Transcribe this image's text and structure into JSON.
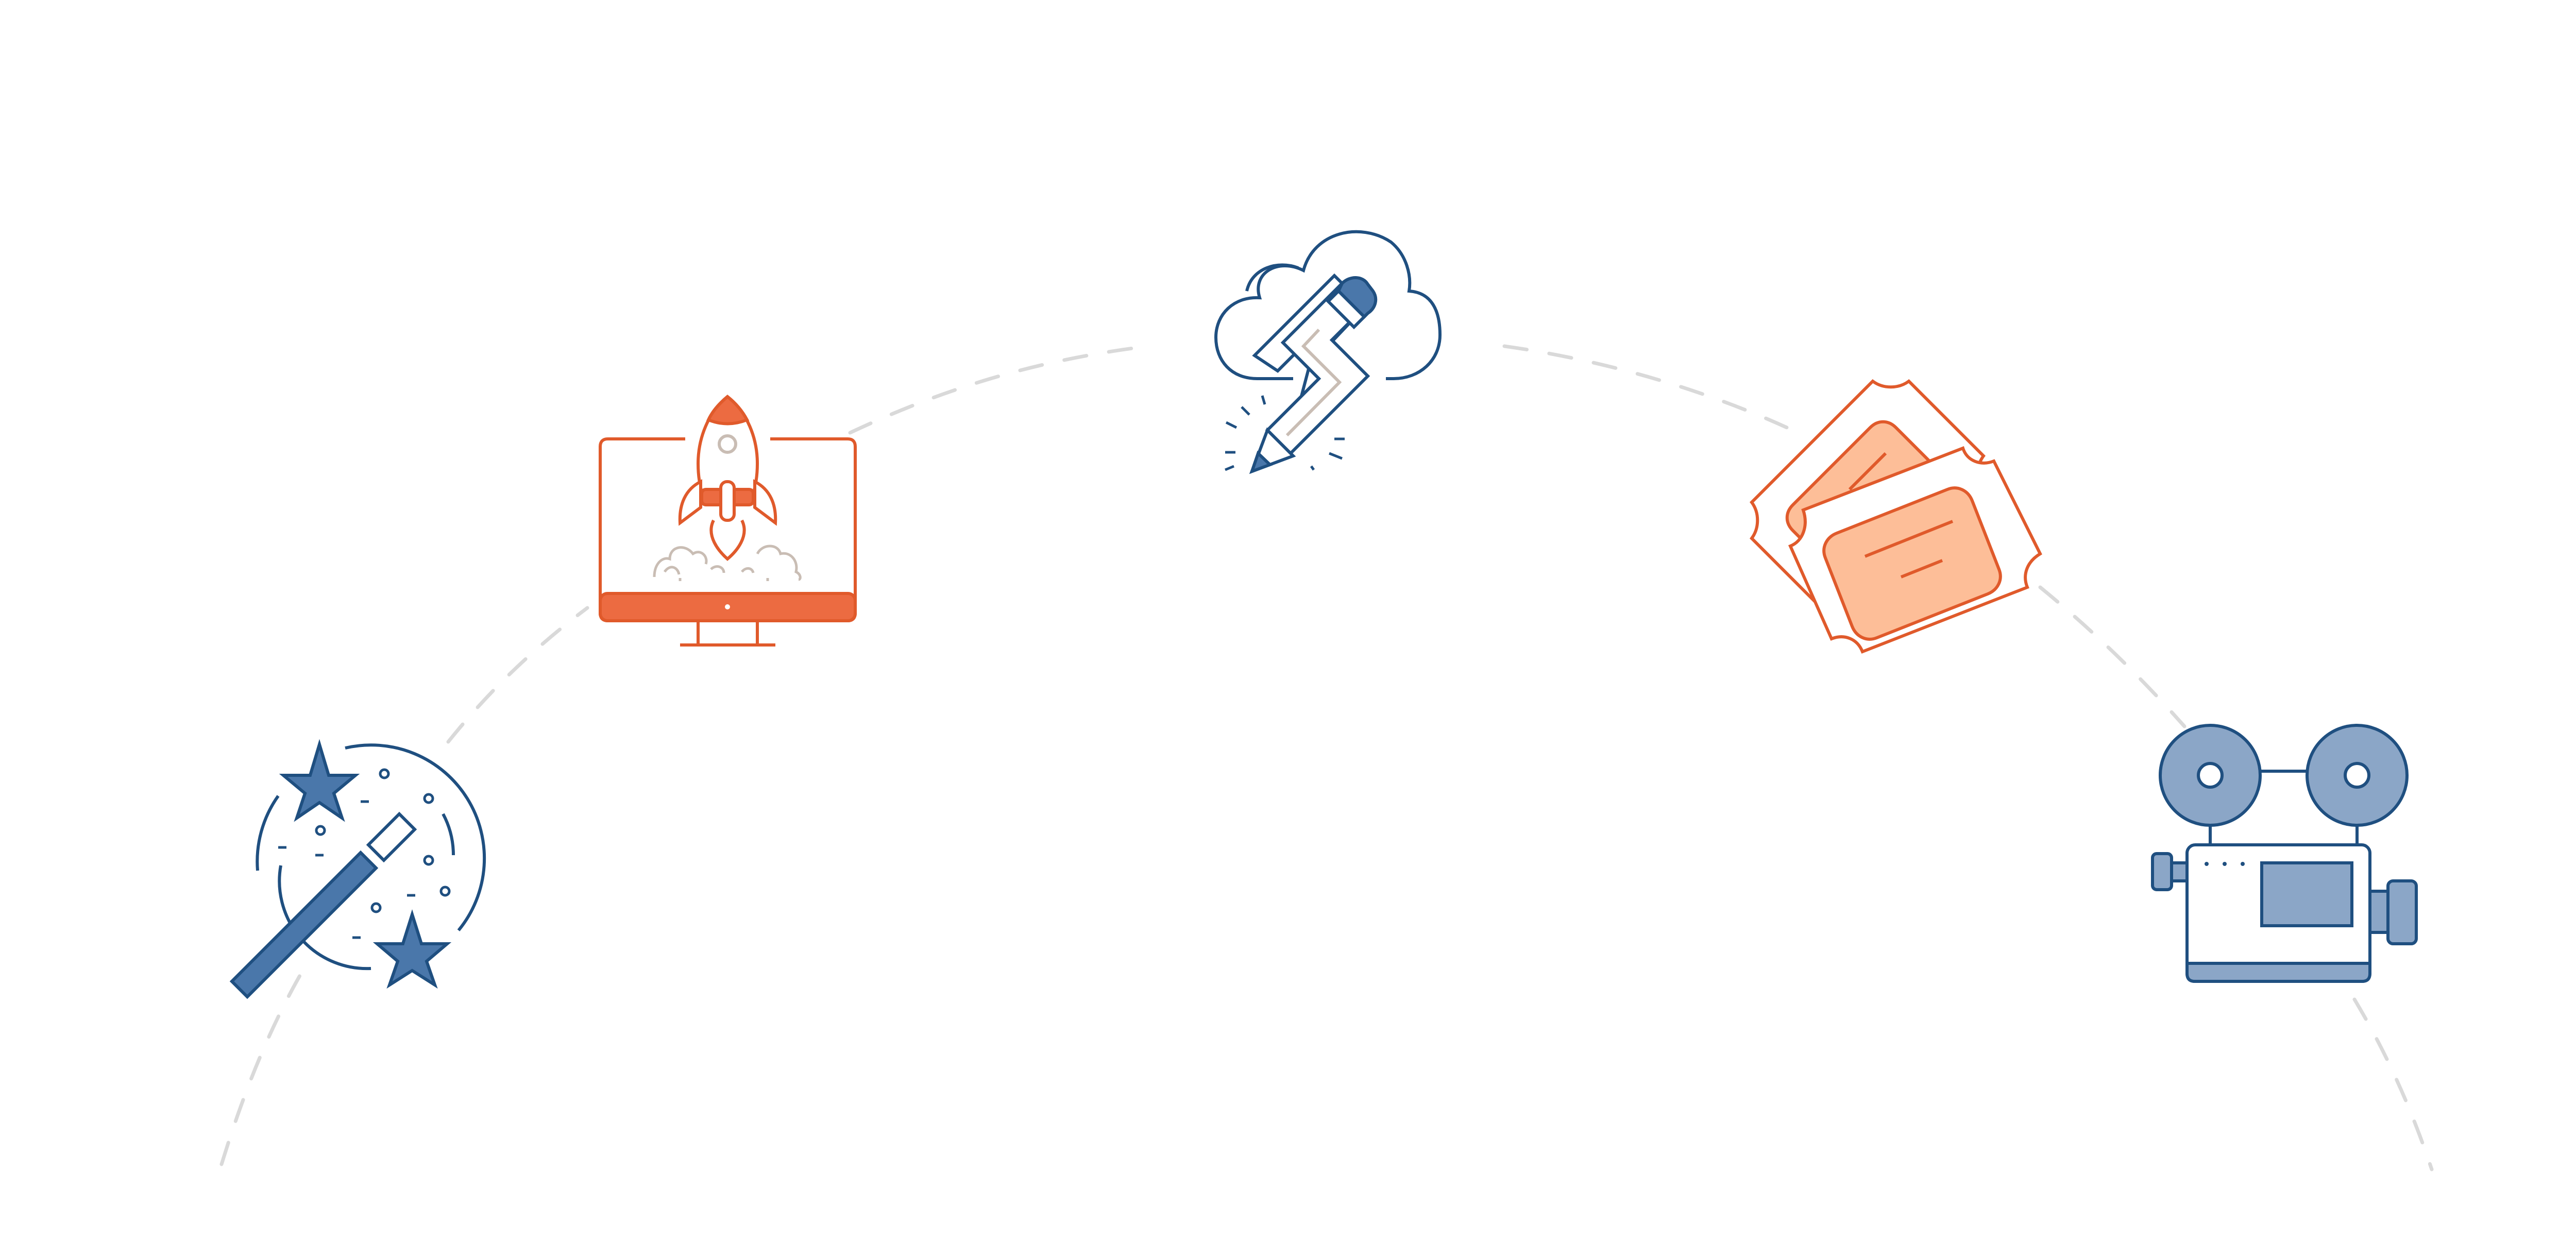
{
  "colors": {
    "background": "#ffffff",
    "arc": "#d9d9d9",
    "navy": "#1f4f80",
    "steel_blue": "#4a77aa",
    "light_blue": "#8ba6c7",
    "orange": "#e05a2b",
    "orange_fill": "#ec6b41",
    "peach": "#fdbe98",
    "beige": "#c9bdb4"
  },
  "icons": [
    {
      "id": "magic-wand",
      "icon": "magic-wand-icon"
    },
    {
      "id": "rocket-launch",
      "icon": "rocket-launch-icon"
    },
    {
      "id": "creative-cloud",
      "icon": "cloud-pencil-icon"
    },
    {
      "id": "tickets",
      "icon": "tickets-icon"
    },
    {
      "id": "film-camera",
      "icon": "film-camera-icon"
    }
  ]
}
